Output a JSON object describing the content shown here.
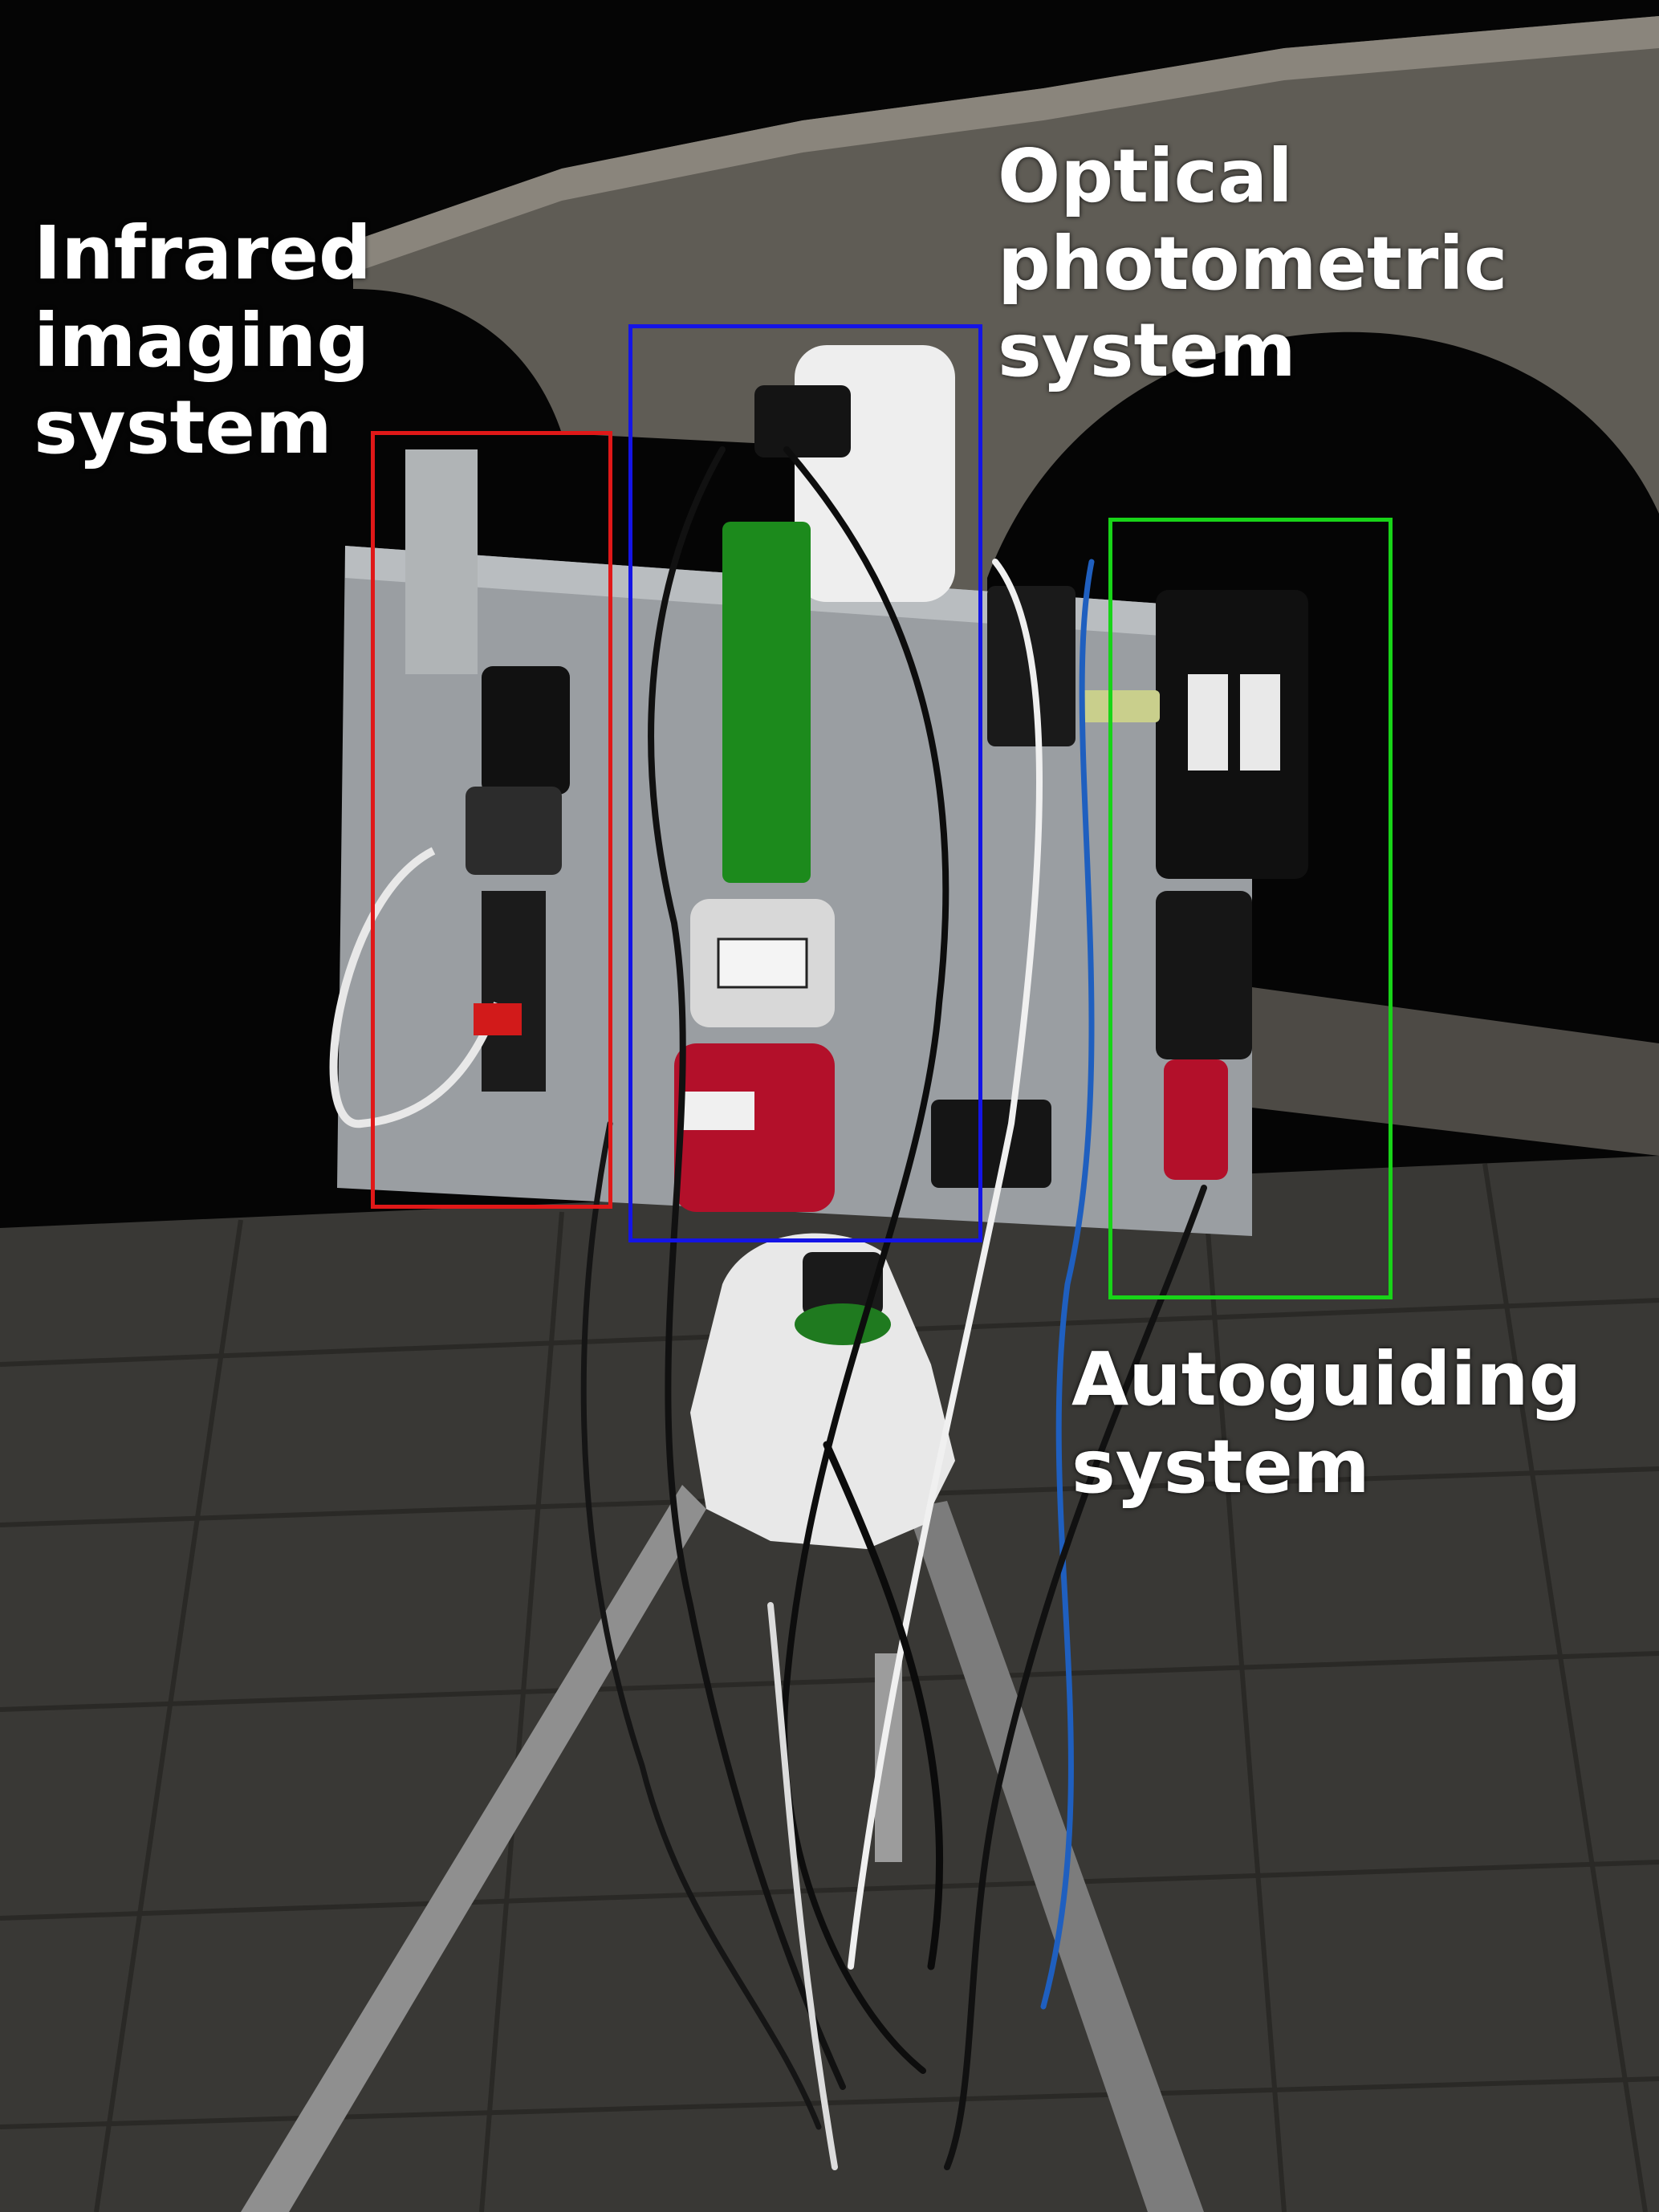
{
  "labels": {
    "infrared": [
      "Infrared",
      "imaging",
      "system"
    ],
    "optical": [
      "Optical",
      "photometric",
      "system"
    ],
    "autoguiding": [
      "Autoguiding",
      "system"
    ]
  },
  "colors": {
    "infrared_box": "#e01818",
    "optical_box": "#1414e6",
    "autoguiding_box": "#18d418",
    "camera_red": "#b3102a",
    "optical_tube_green": "#1c8a1c",
    "sky": "#050505",
    "wall": "#6e6a62",
    "pavement": "#3c3b38"
  }
}
